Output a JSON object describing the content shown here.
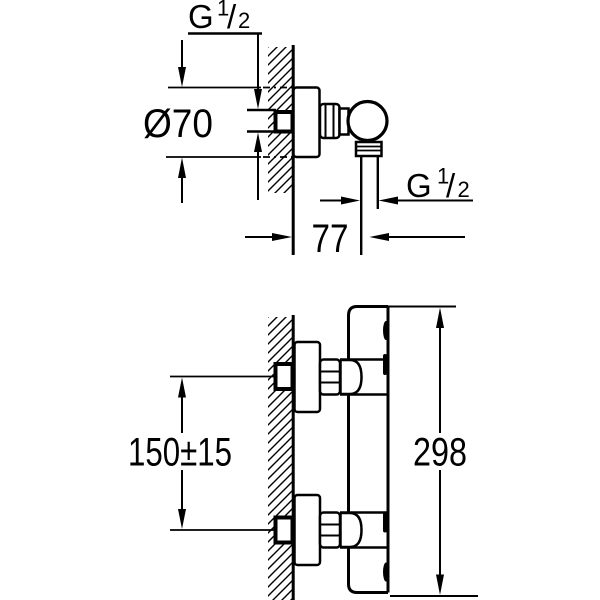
{
  "drawing": {
    "colors": {
      "ink": "#000000",
      "background": "#ffffff"
    },
    "top_view": {
      "inlet_thread": {
        "main": "G",
        "numerator": "1",
        "slash": "/",
        "denominator": "2"
      },
      "escutcheon_diameter": "Ø70",
      "outlet_thread": {
        "main": "G",
        "numerator": "1",
        "slash": "/",
        "denominator": "2"
      },
      "wall_to_outlet_distance": "77"
    },
    "front_view": {
      "connection_spacing": "150±15",
      "overall_height": "298"
    }
  }
}
